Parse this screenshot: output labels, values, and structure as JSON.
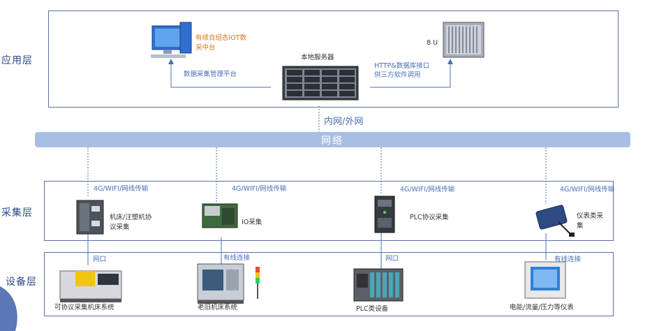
{
  "layers": {
    "application": "应用层",
    "collection": "采集层",
    "device": "设备层"
  },
  "network": {
    "bar_label": "网络",
    "link_label": "内网/外网"
  },
  "application": {
    "pc_label_line1": "有续自组态IOT数",
    "pc_label_line2": "采中台",
    "server_label": "本地服务器",
    "rack_label": "8 U",
    "platform_label": "数据采集管理平台",
    "api_label_line1": "HTTP&数据库接口",
    "api_label_line2": "供三方软件调用"
  },
  "collection": {
    "transmission": [
      "4G/WIFI/网线传输",
      "4G/WIFI/网线传输",
      "4G/WIFI/网线传输",
      "4G/WIFI/网线传输"
    ],
    "items": [
      {
        "line1": "机床/注塑机协",
        "line2": "议采集"
      },
      {
        "line1": "IO采集",
        "line2": ""
      },
      {
        "line1": "PLC协议采集",
        "line2": ""
      },
      {
        "line1": "仪表类采",
        "line2": "集"
      }
    ]
  },
  "device": {
    "links": [
      "网口",
      "有线连接",
      "网口",
      "有线连接"
    ],
    "items": [
      "可协议采集机床系统",
      "老旧机床系统",
      "PLC类设备",
      "电能/流量/压力等仪表"
    ]
  },
  "colors": {
    "border": "#5b6fa8",
    "network_bar": "#a8bfe3",
    "accent_text": "#4a6fb5",
    "highlight_text": "#d8791a"
  }
}
